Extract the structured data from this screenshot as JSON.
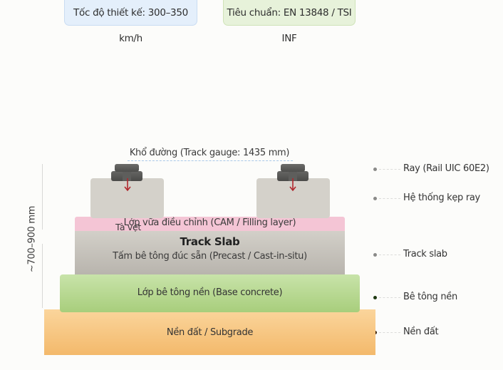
{
  "header": {
    "speed_badge": "Tốc độ thiết kế: 300–350 km/h",
    "standard_badge": "Tiêu chuẩn: EN 13848 / TSI INF"
  },
  "diagram": {
    "gauge_label": "Khổ đường (Track gauge: 1435 mm)",
    "height_dimension": "~700–900 mm",
    "sleeper_label": "Tà vẹt",
    "layers": {
      "cam": "Lớp vữa điều chỉnh (CAM / Filling layer)",
      "slab_title": "Track Slab",
      "slab_subtitle": "Tấm bê tông đúc sẵn (Precast / Cast-in-situ)",
      "base": "Lớp bê tông nền (Base concrete)",
      "subgrade": "Nền đất / Subgrade"
    },
    "callouts": [
      {
        "label": "Ray (Rail UIC 60E2)",
        "dot_color": "#8a8a88"
      },
      {
        "label": "Hệ thống kẹp ray",
        "dot_color": "#8a8a88"
      },
      {
        "label": "Track slab",
        "dot_color": "#8a8a88"
      },
      {
        "label": "Bê tông nền",
        "dot_color": "#1f3a12"
      },
      {
        "label": "Nền đất",
        "dot_color": "#3a220a"
      }
    ],
    "colors": {
      "rail": "#555553",
      "clip_arrow": "#b0262c",
      "cam": "#f4c5d5",
      "slab": "#c6c2bb",
      "base": "#b8d892",
      "subgrade": "#f7c782",
      "gauge_line": "#a9c8e8"
    }
  }
}
